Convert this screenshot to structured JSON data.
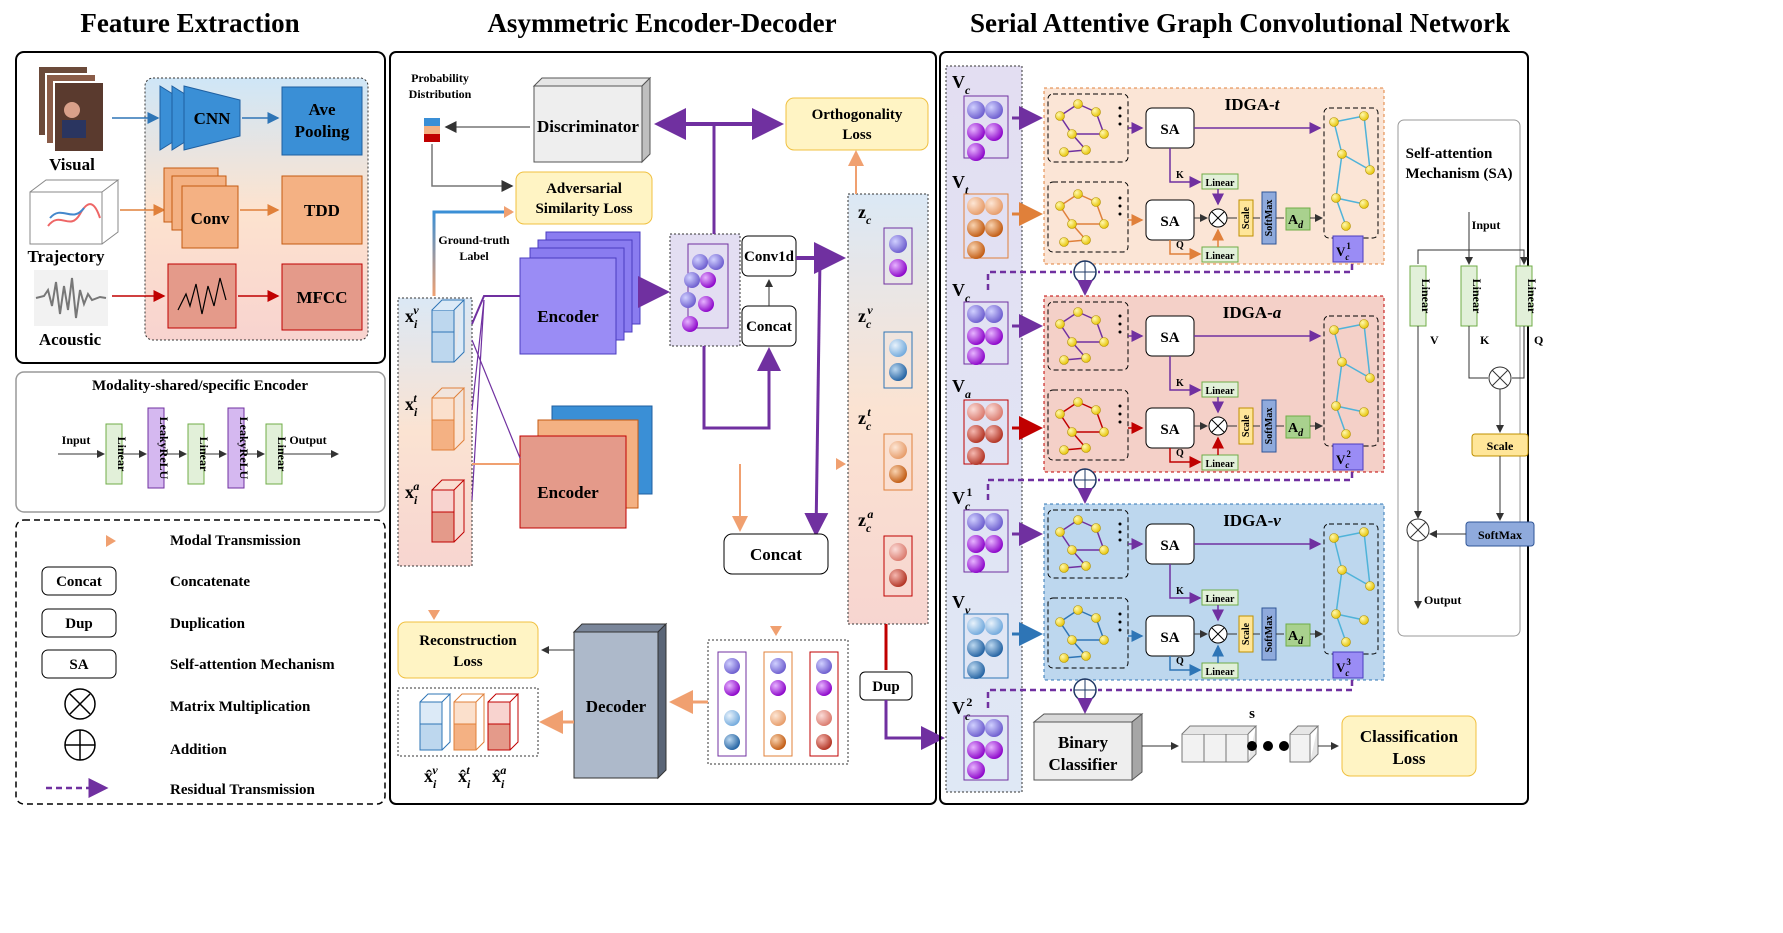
{
  "headers": {
    "feature_extraction": "Feature Extraction",
    "encoder_decoder": "Asymmetric Encoder-Decoder",
    "sagcn": "Serial Attentive Graph Convolutional Network"
  },
  "feature_extraction": {
    "visual": "Visual",
    "trajectory": "Trajectory",
    "acoustic": "Acoustic",
    "cnn": "CNN",
    "ave_pooling_1": "Ave",
    "ave_pooling_2": "Pooling",
    "conv": "Conv",
    "tdd": "TDD",
    "mfcc": "MFCC"
  },
  "shared_encoder": {
    "title": "Modality-shared/specific Encoder",
    "input": "Input",
    "output": "Output",
    "linear": "Linear",
    "leaky": "LeakyReLU"
  },
  "legend": [
    {
      "label": "Modal Transmission"
    },
    {
      "key": "Concat",
      "label": "Concatenate"
    },
    {
      "key": "Dup",
      "label": "Duplication"
    },
    {
      "key": "SA",
      "label": "Self-attention Mechanism"
    },
    {
      "label": "Matrix Multiplication"
    },
    {
      "label": "Addition"
    },
    {
      "label": "Residual Transmission"
    }
  ],
  "encoder_decoder": {
    "prob_1": "Probability",
    "prob_2": "Distribution",
    "discriminator": "Discriminator",
    "orth_1": "Orthogonality",
    "orth_2": "Loss",
    "adv_1": "Adversarial",
    "adv_2": "Similarity  Loss",
    "gt_1": "Ground-truth",
    "gt_2": "Label",
    "encoder": "Encoder",
    "conv1d": "Conv1d",
    "concat": "Concat",
    "decoder": "Decoder",
    "recon_1": "Reconstruction",
    "recon_2": "Loss",
    "dup": "Dup"
  },
  "math": {
    "x": "x",
    "xhat": "x̂",
    "z": "z",
    "V": "V",
    "sub_i": "i",
    "sub_c": "c",
    "sub_t": "t",
    "sub_a": "a",
    "sub_v": "v",
    "sub_d": "d",
    "A": "A",
    "s": "s",
    "one": "1",
    "two": "2",
    "three": "3"
  },
  "sagcn": {
    "idga_t_prefix": "IDGA-",
    "sa": "SA",
    "linear": "Linear",
    "scale": "Scale",
    "softmax": "SoftMax",
    "k": "K",
    "q": "Q",
    "binary_1": "Binary",
    "binary_2": "Classifier",
    "class_1": "Classification",
    "class_2": "Loss"
  },
  "sa_panel": {
    "title_1": "Self-attention",
    "title_2": "Mechanism (SA)",
    "input": "Input",
    "output": "Output",
    "linear": "Linear",
    "scale": "Scale",
    "softmax": "SoftMax",
    "v": "V",
    "k": "K",
    "q": "Q"
  },
  "colors": {
    "blue": "#3a8fd6",
    "orange": "#f0a070",
    "red": "#d9534f",
    "purple": "#7030a0",
    "yellow_fill": "#fff4c4",
    "yellow_edge": "#f0c040"
  }
}
